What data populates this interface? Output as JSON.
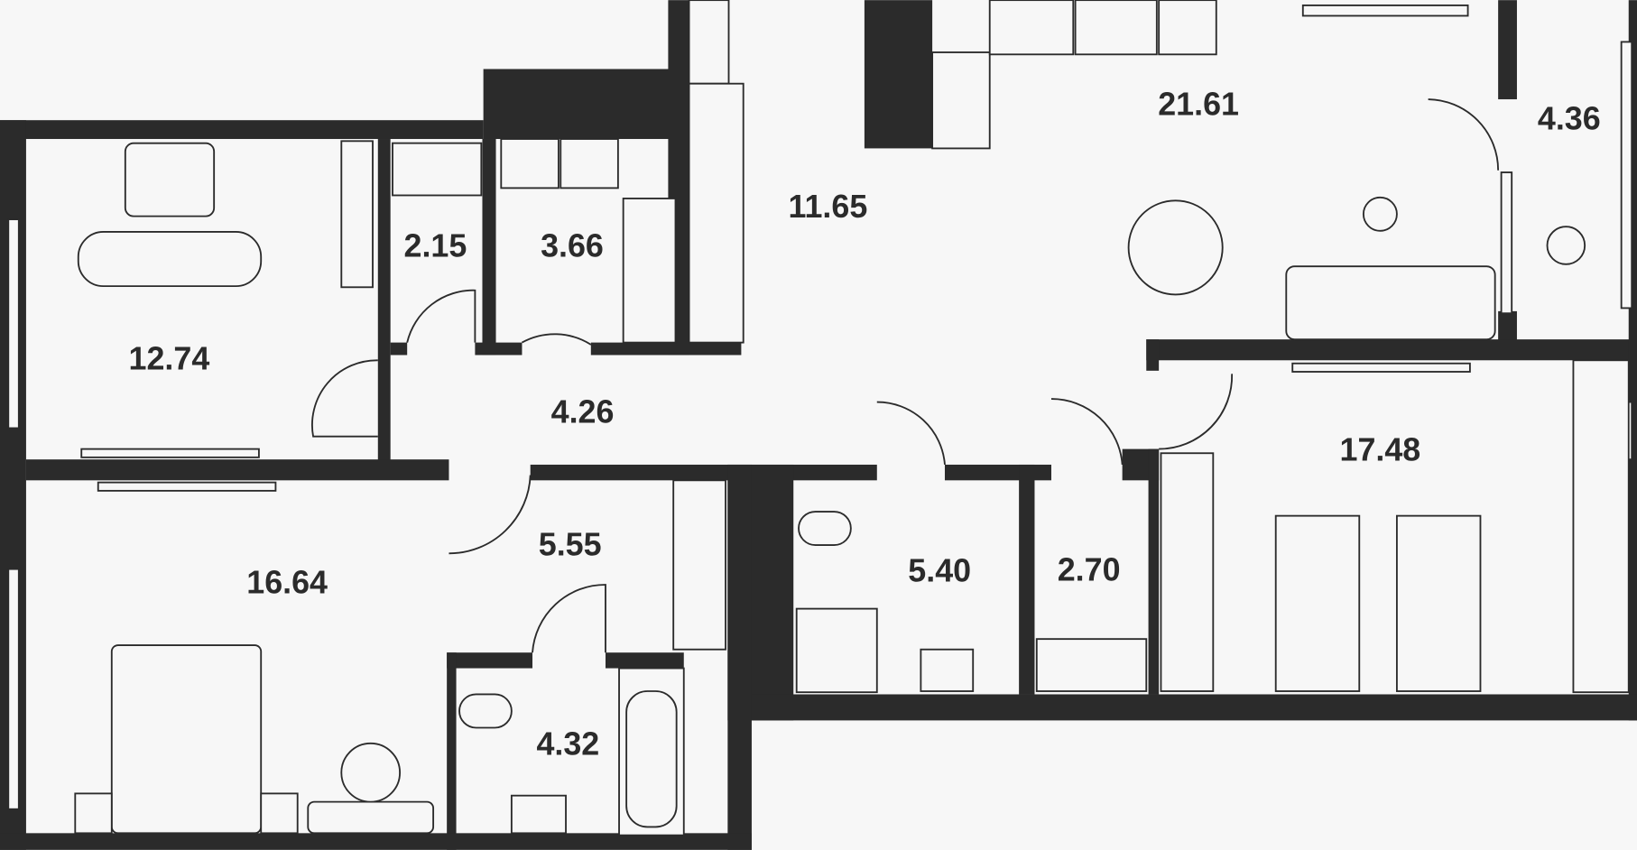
{
  "plan": {
    "rooms": [
      {
        "id": "study",
        "area": "12.74"
      },
      {
        "id": "closet-a",
        "area": "2.15"
      },
      {
        "id": "laundry",
        "area": "3.66"
      },
      {
        "id": "hall",
        "area": "11.65"
      },
      {
        "id": "kitchen-living",
        "area": "21.61"
      },
      {
        "id": "balcony",
        "area": "4.36"
      },
      {
        "id": "corridor",
        "area": "4.26"
      },
      {
        "id": "kids-bedroom",
        "area": "17.48"
      },
      {
        "id": "master-bedroom",
        "area": "16.64"
      },
      {
        "id": "dressing",
        "area": "5.55"
      },
      {
        "id": "bathroom-a",
        "area": "5.40"
      },
      {
        "id": "closet-b",
        "area": "2.70"
      },
      {
        "id": "bathroom-b",
        "area": "4.32"
      }
    ],
    "colors": {
      "wall": "#2b2b2b",
      "floor": "#f7f7f7"
    }
  }
}
